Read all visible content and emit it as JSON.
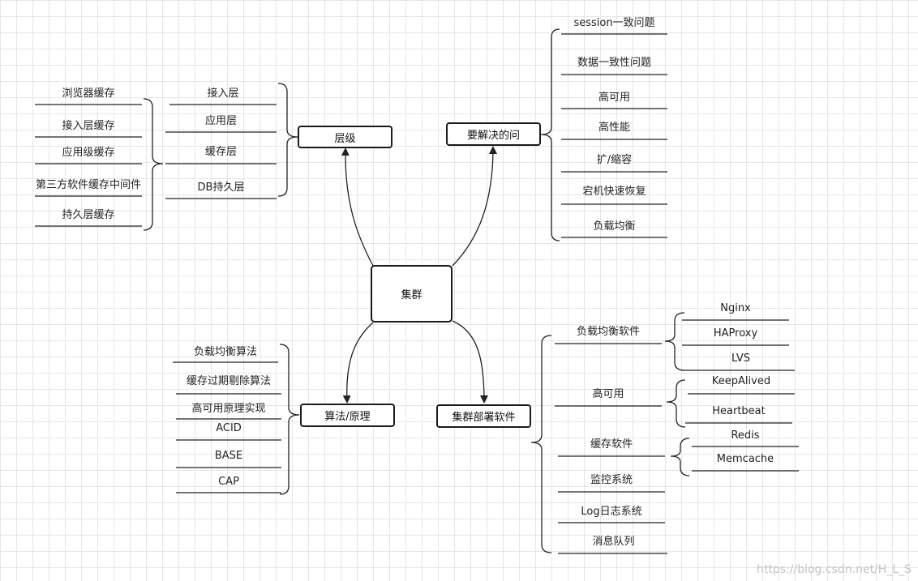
{
  "center": "集群",
  "branches": {
    "layers": {
      "label": "层级",
      "items": [
        "接入层",
        "应用层",
        "缓存层",
        "DB持久层"
      ],
      "cache_items": [
        "浏览器缓存",
        "接入层缓存",
        "应用级缓存",
        "第三方软件缓存中间件",
        "持久层缓存"
      ]
    },
    "problems": {
      "label": "要解决的问",
      "items": [
        "session一致问题",
        "数据一致性问题",
        "高可用",
        "高性能",
        "扩/缩容",
        "宕机快速恢复",
        "负载均衡"
      ]
    },
    "algorithms": {
      "label": "算法/原理",
      "items": [
        "负载均衡算法",
        "缓存过期剔除算法",
        "高可用原理实现",
        "ACID",
        "BASE",
        "CAP"
      ]
    },
    "software": {
      "label": "集群部署软件",
      "items": [
        "负载均衡软件",
        "高可用",
        "缓存软件",
        "监控系统",
        "Log日志系统",
        "消息队列"
      ],
      "lb_items": [
        "Nginx",
        "HAProxy",
        "LVS"
      ],
      "ha_items": [
        "KeepAlived",
        "Heartbeat"
      ],
      "cache_items": [
        "Redis",
        "Memcache"
      ]
    }
  },
  "watermark": "https://blog.csdn.net/H_L_S"
}
